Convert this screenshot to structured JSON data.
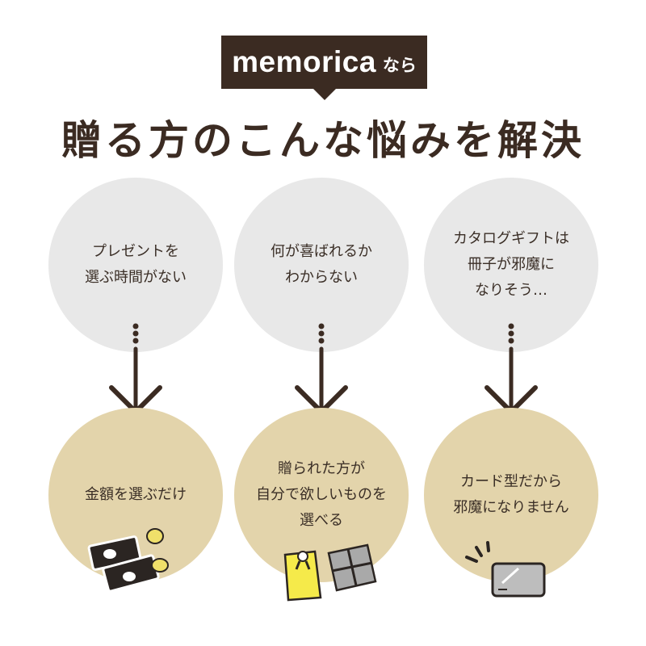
{
  "badge": {
    "brand": "memorica",
    "suffix": "なら"
  },
  "headline": "贈る方のこんな悩みを解決",
  "colors": {
    "dark_brown": "#3b2b22",
    "gray_circle": "#e8e8e8",
    "tan_circle": "#e3d4ab",
    "text": "#3a2e26"
  },
  "columns": [
    {
      "problem": "プレゼントを\n選ぶ時間がない",
      "solution": "金額を選ぶだけ",
      "illustration": "money-bills-coins-icon"
    },
    {
      "problem": "何が喜ばれるか\nわからない",
      "solution": "贈られた方が\n自分で欲しいものを\n選べる",
      "illustration": "gift-boxes-icon"
    },
    {
      "problem": "カタログギフトは\n冊子が邪魔に\nなりそう…",
      "solution": "カード型だから\n邪魔になりません",
      "illustration": "card-icon"
    }
  ]
}
